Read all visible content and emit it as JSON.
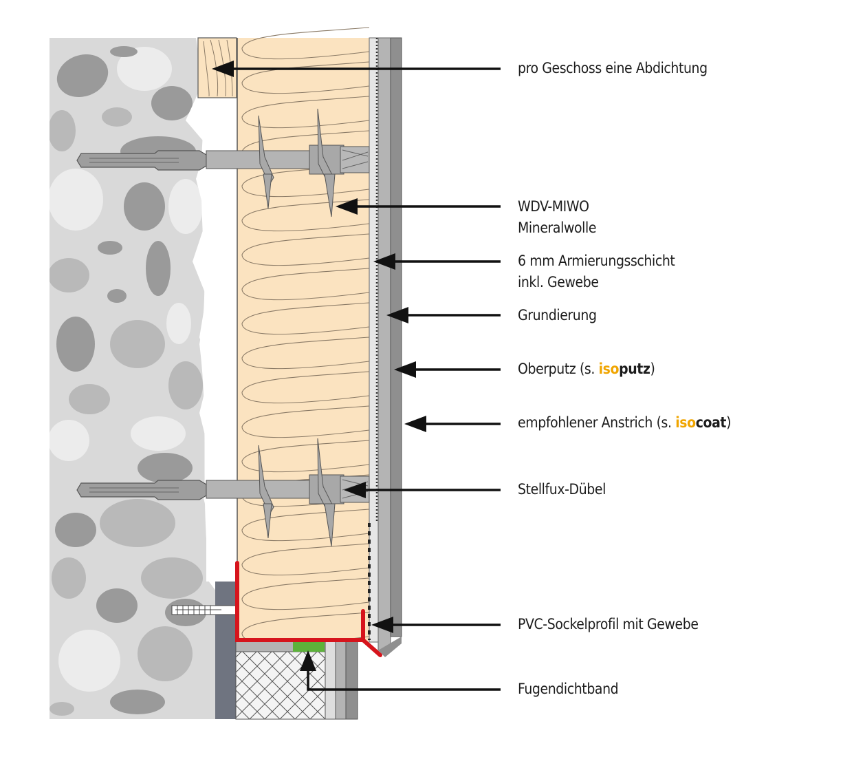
{
  "title": "WDV-System Mineralwolle Sockelanschluss",
  "colors": {
    "brand_accent": "#f0a500",
    "insulation": "#fbe3c0",
    "insulation_lines": "#8a7a66",
    "sockel_profile": "#d6141c",
    "joint_tape": "#5db33a",
    "wall_background": "#d9d9d9",
    "stone_dark": "#9a9a9a",
    "stone_mid": "#b9b9b9",
    "stone_light": "#ececec",
    "arrow": "#111111"
  },
  "labels": [
    {
      "id": "abdichtung",
      "lines": [
        "pro Geschoss eine Abdichtung"
      ]
    },
    {
      "id": "insulation",
      "lines": [
        "WDV-MIWO",
        "Mineralwolle"
      ]
    },
    {
      "id": "reinforcement",
      "lines": [
        "6 mm Armierungsschicht",
        "inkl. Gewebe"
      ]
    },
    {
      "id": "primer",
      "lines": [
        "Grundierung"
      ]
    },
    {
      "id": "topcoat",
      "prefix": "Oberputz (s. ",
      "brand_iso": "iso",
      "brand_rest": "putz",
      "suffix": ")"
    },
    {
      "id": "paint",
      "prefix": "empfohlener Anstrich (s. ",
      "brand_iso": "iso",
      "brand_rest": "coat",
      "suffix": ")"
    },
    {
      "id": "anchor",
      "lines": [
        "Stellfux-Dübel"
      ]
    },
    {
      "id": "plinth_profile",
      "lines": [
        "PVC-Sockelprofil mit Gewebe"
      ]
    },
    {
      "id": "joint_tape",
      "lines": [
        "Fugendichtband"
      ]
    }
  ]
}
